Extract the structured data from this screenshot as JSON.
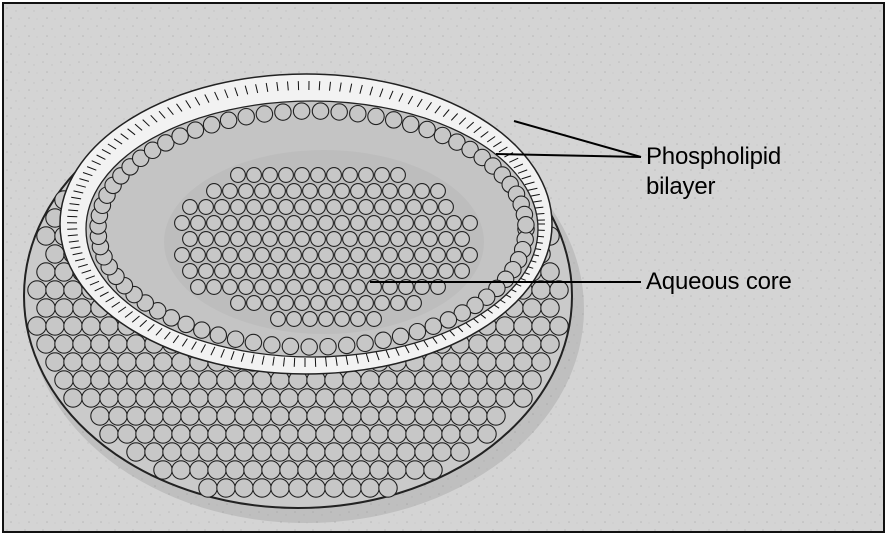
{
  "diagram": {
    "labels": {
      "phospholipid_line1": "Phospholipid",
      "phospholipid_line2": "bilayer",
      "aqueous_core": "Aqueous core"
    },
    "colors": {
      "background": "#d4d4d4",
      "frame": "#111111",
      "lipid_head_fill": "#c7c7c7",
      "lipid_head_stroke": "#222222",
      "bilayer_gap": "#f4f4f4",
      "leader_line": "#000000"
    }
  }
}
